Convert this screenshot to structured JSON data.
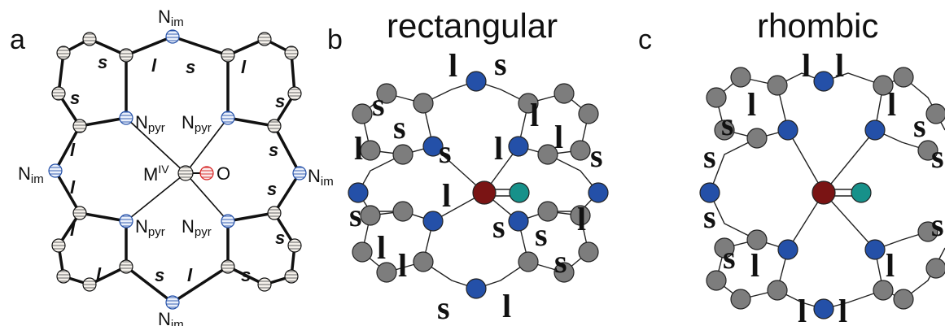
{
  "panel_a": {
    "letter": "a",
    "atom_labels": {
      "n_im": "N",
      "n_im_sub": "im",
      "n_pyr": "N",
      "n_pyr_sub": "pyr",
      "metal": "M",
      "metal_sup": "IV",
      "oxygen": "O"
    },
    "bond_labels": [
      "s",
      "l",
      "s",
      "l",
      "s",
      "s",
      "l",
      "s",
      "l",
      "s",
      "l",
      "s",
      "l",
      "s",
      "l",
      "s"
    ]
  },
  "panel_b": {
    "letter": "b",
    "title": "rectangular",
    "bond_labels": [
      "l",
      "s",
      "s",
      "s",
      "l",
      "l",
      "l",
      "s",
      "l",
      "s",
      "l",
      "s",
      "s",
      "l",
      "l",
      "l",
      "s",
      "s",
      "l",
      "s"
    ]
  },
  "panel_c": {
    "letter": "c",
    "title": "rhombic",
    "bond_labels": [
      "l",
      "l",
      "s",
      "l",
      "l",
      "s",
      "s",
      "s",
      "s",
      "s",
      "l",
      "s",
      "l",
      "l",
      "l"
    ]
  },
  "colors": {
    "carbon": "#7d7d7d",
    "nitrogen": "#2450a8",
    "metal": "#7a1414",
    "oxygen_diagram": "#17918a",
    "oxygen_ortep": "#d52020",
    "ortep_nitrogen": "#2450a8"
  }
}
